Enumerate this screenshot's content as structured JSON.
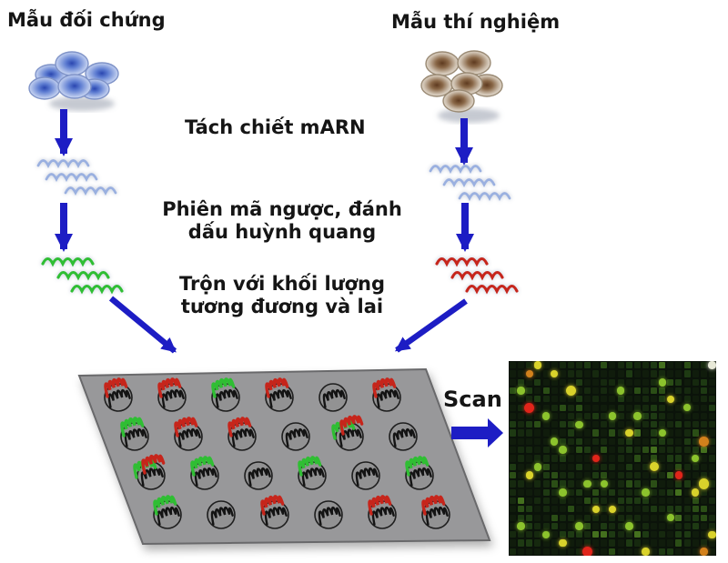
{
  "labels": {
    "control_sample": "Mẫu đối chứng",
    "test_sample": "Mẫu thí nghiệm",
    "step_extract": "Tách chiết mARN",
    "step_reverse": "Phiên mã ngược, đánh\ndấu huỳnh quang",
    "step_mix": "Trộn với khối lượng\ntương đương và lai",
    "scan": "Scan"
  },
  "colors": {
    "arrow_blue": "#1d1dc4",
    "mrna_blue": "#9ab0e0",
    "label_green": "#2fbe33",
    "label_red": "#c6251b",
    "chip_gray": "#98989a",
    "scan_background": "#0b130a"
  },
  "chip": {
    "columns": 6,
    "rows": 4,
    "grid": [
      [
        "red",
        "red",
        "green",
        "red",
        "black",
        "red"
      ],
      [
        "green",
        "red",
        "red",
        "black",
        "green-red",
        "black"
      ],
      [
        "green-red",
        "green",
        "black",
        "green",
        "black",
        "green"
      ],
      [
        "green",
        "black",
        "red",
        "black",
        "red",
        "red"
      ]
    ]
  },
  "scan_image": {
    "cols": 25,
    "rows": 23,
    "seed": 12,
    "base_palette": [
      "#101c0c",
      "#16290f",
      "#1e3a13",
      "#2b4e16",
      "#44701e"
    ],
    "spot_palette": {
      "green": "#8cc32d",
      "yellow": "#d9d22b",
      "orange": "#d2811c",
      "red": "#e0251a",
      "white": "#e8e9d8"
    },
    "bright_spots": [
      {
        "c": 3,
        "r": 0,
        "color": "yellow"
      },
      {
        "c": 24,
        "r": 0,
        "color": "white"
      },
      {
        "c": 2,
        "r": 1,
        "color": "orange"
      },
      {
        "c": 5,
        "r": 1,
        "color": "yellow"
      },
      {
        "c": 18,
        "r": 2,
        "color": "green"
      },
      {
        "c": 7,
        "r": 3,
        "color": "yellow",
        "s": 1.35
      },
      {
        "c": 13,
        "r": 3,
        "color": "green"
      },
      {
        "c": 1,
        "r": 3,
        "color": "green"
      },
      {
        "c": 19,
        "r": 4,
        "color": "yellow"
      },
      {
        "c": 2,
        "r": 5,
        "color": "red",
        "s": 1.3
      },
      {
        "c": 21,
        "r": 5,
        "color": "green"
      },
      {
        "c": 15,
        "r": 6,
        "color": "green"
      },
      {
        "c": 12,
        "r": 6,
        "color": "green"
      },
      {
        "c": 4,
        "r": 6,
        "color": "green"
      },
      {
        "c": 8,
        "r": 7,
        "color": "green"
      },
      {
        "c": 14,
        "r": 8,
        "color": "yellow"
      },
      {
        "c": 18,
        "r": 8,
        "color": "green"
      },
      {
        "c": 23,
        "r": 9,
        "color": "orange",
        "s": 1.25
      },
      {
        "c": 5,
        "r": 9,
        "color": "green"
      },
      {
        "c": 6,
        "r": 10,
        "color": "green"
      },
      {
        "c": 10,
        "r": 11,
        "color": "red"
      },
      {
        "c": 22,
        "r": 11,
        "color": "green"
      },
      {
        "c": 3,
        "r": 12,
        "color": "green"
      },
      {
        "c": 17,
        "r": 12,
        "color": "yellow",
        "s": 1.2
      },
      {
        "c": 20,
        "r": 13,
        "color": "red"
      },
      {
        "c": 2,
        "r": 13,
        "color": "yellow"
      },
      {
        "c": 11,
        "r": 14,
        "color": "green"
      },
      {
        "c": 9,
        "r": 14,
        "color": "green"
      },
      {
        "c": 23,
        "r": 14,
        "color": "yellow",
        "s": 1.35
      },
      {
        "c": 22,
        "r": 15,
        "color": "yellow"
      },
      {
        "c": 6,
        "r": 15,
        "color": "green"
      },
      {
        "c": 16,
        "r": 15,
        "color": "green"
      },
      {
        "c": 10,
        "r": 17,
        "color": "yellow"
      },
      {
        "c": 12,
        "r": 17,
        "color": "yellow"
      },
      {
        "c": 19,
        "r": 18,
        "color": "green"
      },
      {
        "c": 1,
        "r": 19,
        "color": "green"
      },
      {
        "c": 14,
        "r": 19,
        "color": "green"
      },
      {
        "c": 8,
        "r": 19,
        "color": "green"
      },
      {
        "c": 4,
        "r": 20,
        "color": "green"
      },
      {
        "c": 24,
        "r": 20,
        "color": "yellow"
      },
      {
        "c": 6,
        "r": 21,
        "color": "yellow"
      },
      {
        "c": 9,
        "r": 22,
        "color": "red",
        "s": 1.25
      },
      {
        "c": 16,
        "r": 22,
        "color": "yellow"
      },
      {
        "c": 23,
        "r": 22,
        "color": "orange"
      }
    ]
  }
}
